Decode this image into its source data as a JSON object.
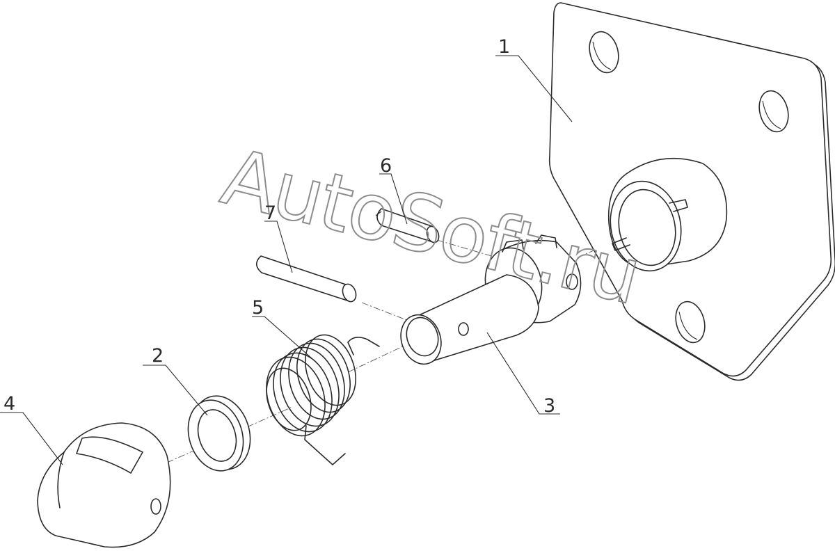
{
  "watermark": "AutoSoft.ru",
  "callouts": [
    {
      "id": "c1",
      "label": "1"
    },
    {
      "id": "c2",
      "label": "2"
    },
    {
      "id": "c3",
      "label": "3"
    },
    {
      "id": "c4",
      "label": "4"
    },
    {
      "id": "c5",
      "label": "5"
    },
    {
      "id": "c6",
      "label": "6"
    },
    {
      "id": "c7",
      "label": "7"
    }
  ]
}
